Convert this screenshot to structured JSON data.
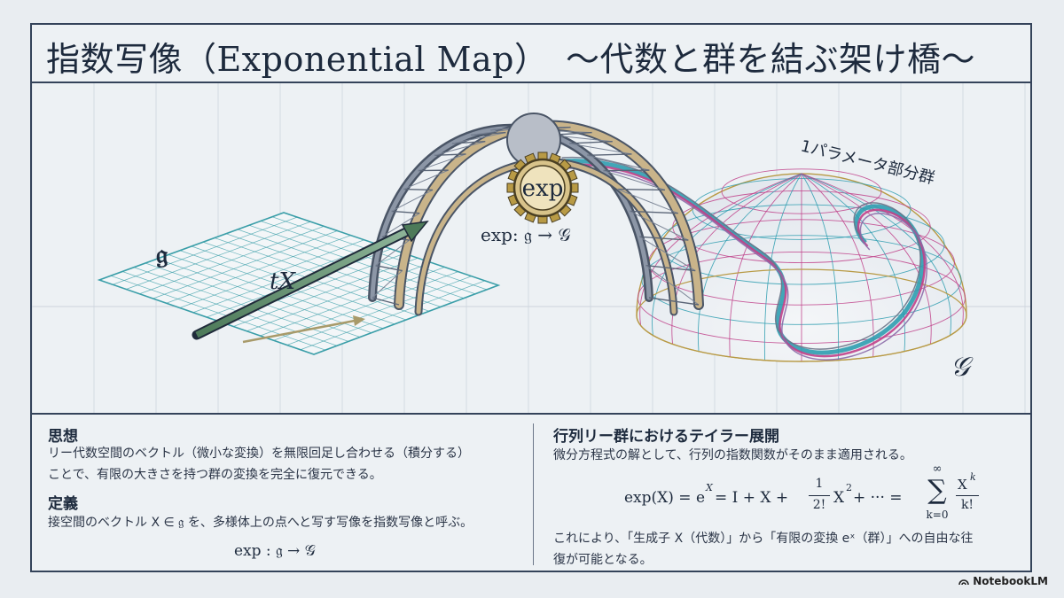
{
  "title": "指数写像（Exponential Map）　～代数と群を結ぶ架け橋～",
  "diagram": {
    "algebra_label": "𝔤",
    "vector_label": "tX",
    "exp_gear_label": "exp",
    "map_label": "exp: 𝔤 → 𝒢",
    "subgroup_label": "1パラメータ部分群",
    "group_label": "𝒢",
    "colors": {
      "grid_teal": "#3a9ea8",
      "arrow_green": "#5e8a6a",
      "bridge_gold": "#c9b48a",
      "bridge_steel": "#4a5566",
      "sphere_magenta": "#c0418a",
      "sphere_teal": "#2f9db0",
      "sphere_gold": "#b89a45"
    }
  },
  "left": {
    "idea_heading": "思想",
    "idea_line1": "リー代数空間のベクトル（微小な変換）を無限回足し合わせる（積分する）",
    "idea_line2": "ことで、有限の大きさを持つ群の変換を完全に復元できる。",
    "def_heading": "定義",
    "def_text": "接空間のベクトル X ∈ 𝔤 を、多様体上の点へと写す写像を指数写像と呼ぶ。",
    "def_formula": "exp : 𝔤 → 𝒢"
  },
  "right": {
    "heading": "行列リー群におけるテイラー展開",
    "intro": "微分方程式の解として、行列の指数関数がそのまま適用される。",
    "formula_lhs": "exp(X) = e",
    "formula_sup_x": "X",
    "formula_mid": " = I + X + ",
    "frac_num": "1",
    "frac_den": "2!",
    "formula_x2": "X",
    "formula_sup_2": "2",
    "formula_dots": " + ··· = ",
    "sum_top": "∞",
    "sum_sym": "∑",
    "sum_bottom": "k=0",
    "sum_num": "X",
    "sum_num_sup": "k",
    "sum_den": "k!",
    "conclusion_line1": "これにより、「生成子 X（代数）」から「有限の変換 eˣ（群）」への自由な往",
    "conclusion_line2": "復が可能となる。"
  },
  "badge": "NotebookLM"
}
